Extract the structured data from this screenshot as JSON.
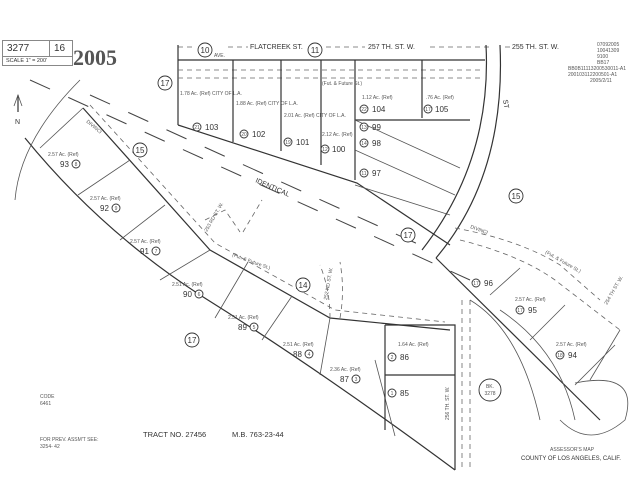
{
  "header": {
    "book": "3277",
    "page": "16",
    "scale": "SCALE 1\" = 200'",
    "year": "2005"
  },
  "stamp": [
    "07092005",
    "10041309",
    "9100",
    "BB17",
    "BB0B11113200530011-A1",
    "200103112200501-A1",
    "2005/2/11"
  ],
  "streets": {
    "avenue": "AVE.",
    "flatcreek": "FLATCREEK ST.",
    "st257": "257 TH. ST. W.",
    "st255": "255 TH. ST. W.",
    "st_right": "ST",
    "st252": "252 ND ST. W.",
    "st253": "253 RD ST. W.",
    "st254": "254 TH ST. W.",
    "st256": "256 TH. ST. W.",
    "divinci": "DIVINCI",
    "identical": "IDENTICAL",
    "future_st": "(Fut. & Future St.)"
  },
  "blocks": [
    "10",
    "11",
    "17",
    "15",
    "14",
    "15",
    "17",
    "17"
  ],
  "parcels": {
    "p103": "103",
    "p102": "102",
    "p101": "101",
    "p100": "100",
    "p104": "104",
    "p105": "105",
    "p99": "99",
    "p98": "98",
    "p97": "97",
    "p93": "93",
    "p92": "92",
    "p91": "91",
    "p90": "90",
    "p89": "89",
    "p88": "88",
    "p87": "87",
    "p86": "86",
    "p85": "85",
    "p96": "96",
    "p95": "95",
    "p94": "94"
  },
  "lots": {
    "l8": "8",
    "l9": "9",
    "l7": "7",
    "l6": "6",
    "l5": "5",
    "l4": "4",
    "l3": "3",
    "l2": "2",
    "l1": "1",
    "l12": "12",
    "l13": "13",
    "l14": "14",
    "l11": "11",
    "l17": "17",
    "l18": "18",
    "l21": "21",
    "l20": "20",
    "l22": "22",
    "l19": "19"
  },
  "acreage": {
    "a103": "1.78 Ac. (Ref) CITY OF L.A.",
    "a102": "1.88 Ac. (Ref) CITY OF L.A.",
    "a101": "2.01 Ac. (Ref) CITY OF L.A.",
    "a100": "2.12 Ac. (Ref)",
    "a104": "1.12 Ac. (Ref)",
    "a105": ".76 Ac. (Ref)",
    "a93": "2.57 Ac. (Ref)",
    "a92": "2.57 Ac. (Ref)",
    "a91": "2.57 Ac. (Ref)",
    "a90": "2.51 Ac. (Ref)",
    "a89": "2.51 Ac. (Ref)",
    "a88": "2.51 Ac. (Ref)",
    "a87": "2.36 Ac. (Ref)",
    "a86": "1.64 Ac. (Ref)",
    "a95": "2.57 Ac. (Ref)",
    "a94": "2.57 Ac. (Ref)"
  },
  "bk_ref": {
    "label": "BK.",
    "number": "3278"
  },
  "code": {
    "label": "CODE",
    "value": "6461"
  },
  "prev": {
    "label": "FOR PREV. ASSM'T SEE:",
    "value": "3254- 42"
  },
  "tract": "TRACT NO. 27456",
  "mb": "M.B. 763-23-44",
  "footer": {
    "line1": "ASSESSOR'S MAP",
    "line2": "COUNTY OF LOS ANGELES, CALIF."
  },
  "north": "N"
}
